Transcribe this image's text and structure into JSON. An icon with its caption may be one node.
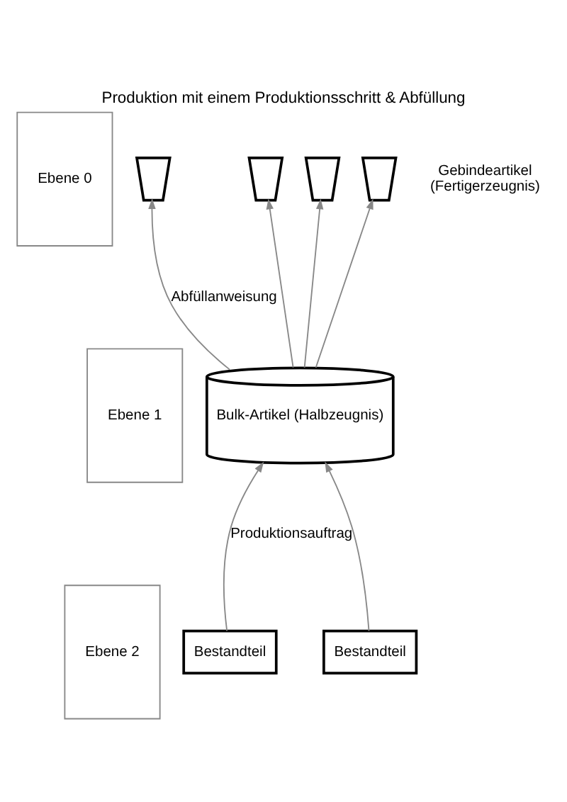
{
  "diagram": {
    "title": "Produktion mit einem Produktionsschritt & Abfüllung",
    "nodes": [
      {
        "text": [
          "Ebene 0"
        ]
      },
      {
        "text": [
          "Ebene 1"
        ]
      },
      {
        "text": [
          "Ebene 2"
        ]
      },
      {
        "text": [],
        "shape": "trapezium"
      },
      {
        "text": [],
        "shape": "trapezium"
      },
      {
        "text": [],
        "shape": "trapezium"
      },
      {
        "text": [],
        "shape": "trapezium"
      },
      {
        "text": [
          "Bulk-Artikel (Halbzeugnis)"
        ]
      },
      {
        "text": [
          "Bestandteil"
        ]
      },
      {
        "text": [
          "Bestandteil"
        ]
      }
    ],
    "edges": [
      {
        "from": 7,
        "to": 3,
        "arrow": "to",
        "label": "Abfüllanweisung"
      },
      {
        "from": 7,
        "to": 4,
        "arrow": "to"
      },
      {
        "from": 7,
        "to": 5,
        "arrow": "to"
      },
      {
        "from": 7,
        "to": 6,
        "arrow": "to"
      },
      {
        "from": 8,
        "to": 7,
        "arrow": "to",
        "label": "Produktionsauftrag"
      },
      {
        "from": 9,
        "to": 7,
        "arrow": "to"
      }
    ],
    "labels": [
      "Gebindeartikel (Fertigerzeugnis)"
    ]
  }
}
